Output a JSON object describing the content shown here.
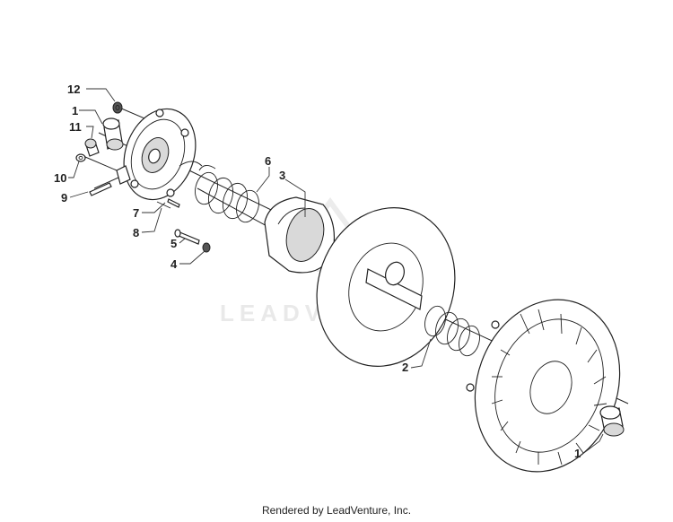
{
  "labels": {
    "p12": "12",
    "p1_top": "1",
    "p11": "11",
    "p10": "10",
    "p9": "9",
    "p7": "7",
    "p8": "8",
    "p6": "6",
    "p3": "3",
    "p5": "5",
    "p4": "4",
    "p2": "2",
    "p1_bottom": "1"
  },
  "watermark": "LEADVENTURE",
  "footer": "Rendered by LeadVenture, Inc."
}
